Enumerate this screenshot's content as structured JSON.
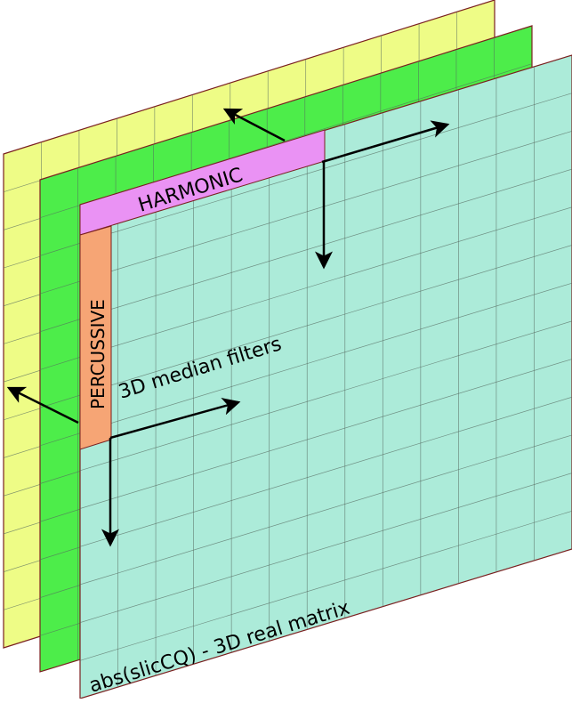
{
  "labels": {
    "harmonic": "HARMONIC",
    "percussive": "PERCUSSIVE",
    "filters": "3D median filters",
    "matrix": "abs(slicCQ) - 3D real matrix"
  },
  "colors": {
    "back_layer": "#eefc86",
    "mid_layer": "#4ded4a",
    "front_layer": "#acebd9",
    "harmonic_band": "#ea92f4",
    "percussive_band": "#f6a575",
    "layer_border": "#7a2020",
    "grid_line": "#556a60",
    "arrow": "#000000"
  }
}
